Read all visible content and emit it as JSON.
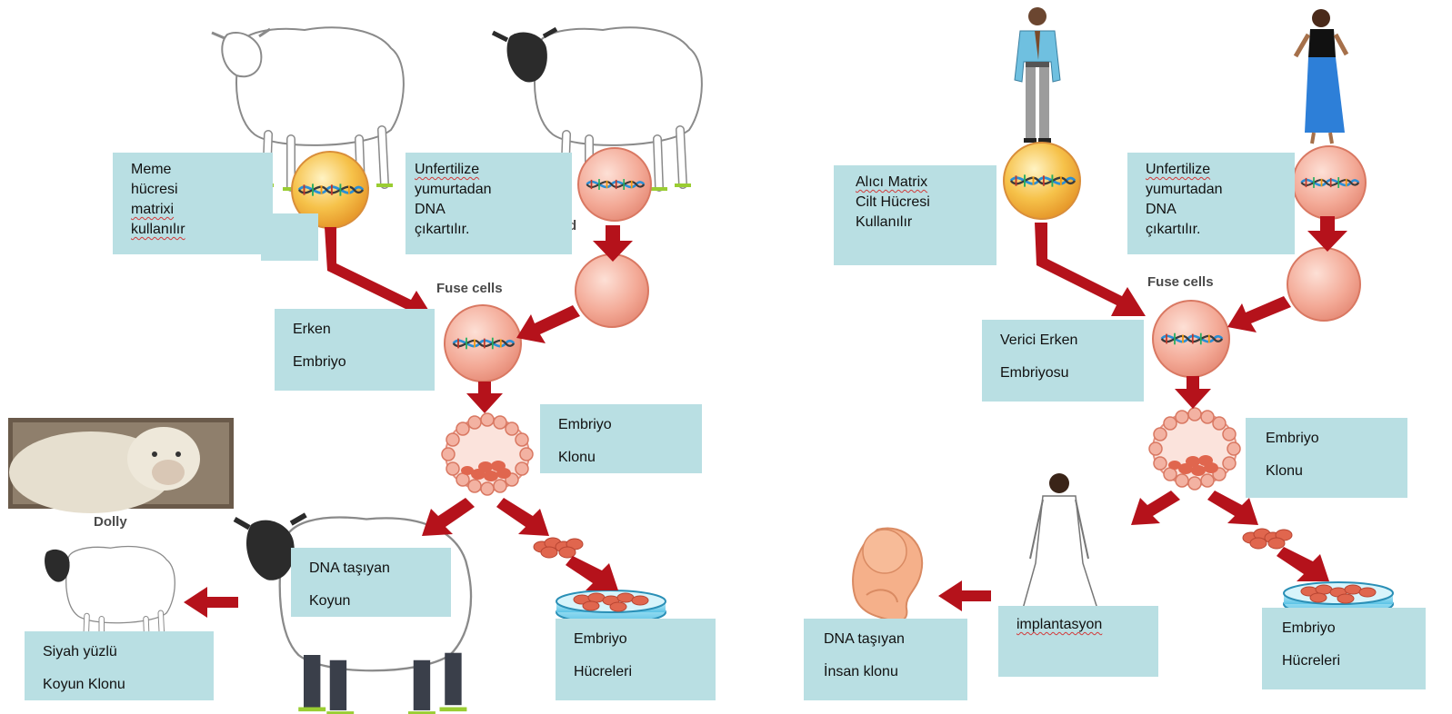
{
  "left_panel": {
    "labels": {
      "meme": [
        "Meme",
        "hücresi",
        "matrixi",
        "kullanılır"
      ],
      "unfertilize": [
        "Unfertilize",
        "yumurtadan",
        "DNA",
        "çıkartılır."
      ],
      "erken": [
        "Erken",
        "Embriyo"
      ],
      "embriyo_klonu": [
        "Embriyo",
        "Klonu"
      ],
      "dna_koyun": [
        "DNA taşıyan",
        "Koyun"
      ],
      "embriyo_hucreleri": [
        "Embriyo",
        "Hücreleri"
      ],
      "siyah_klon": [
        "Siyah yüzlü",
        "Koyun Klonu"
      ]
    },
    "fuse_text": "Fuse cells",
    "dolly_text": "Dolly",
    "hidden_fragment": "d"
  },
  "right_panel": {
    "labels": {
      "alici": [
        "Alıcı Matrix",
        "Cilt Hücresi",
        "Kullanılır"
      ],
      "unfertilize": [
        "Unfertilize",
        "yumurtadan",
        "DNA",
        "çıkartılır."
      ],
      "verici": [
        "Verici Erken",
        "Embriyosu"
      ],
      "embriyo_klonu": [
        "Embriyo",
        "Klonu"
      ],
      "implantasyon": "implantasyon",
      "insan_klonu": [
        "DNA taşıyan",
        "İnsan klonu"
      ],
      "embriyo_hucreleri": [
        "Embriyo",
        "Hücreleri"
      ]
    },
    "fuse_text": "Fuse cells"
  },
  "colors": {
    "arrow": "#b5121b",
    "label_bg": "#b9dfe3",
    "cell_fill": "#f6b9a8",
    "cell_nucleus": "#f4c542",
    "dna_blue": "#2a8fd6"
  }
}
